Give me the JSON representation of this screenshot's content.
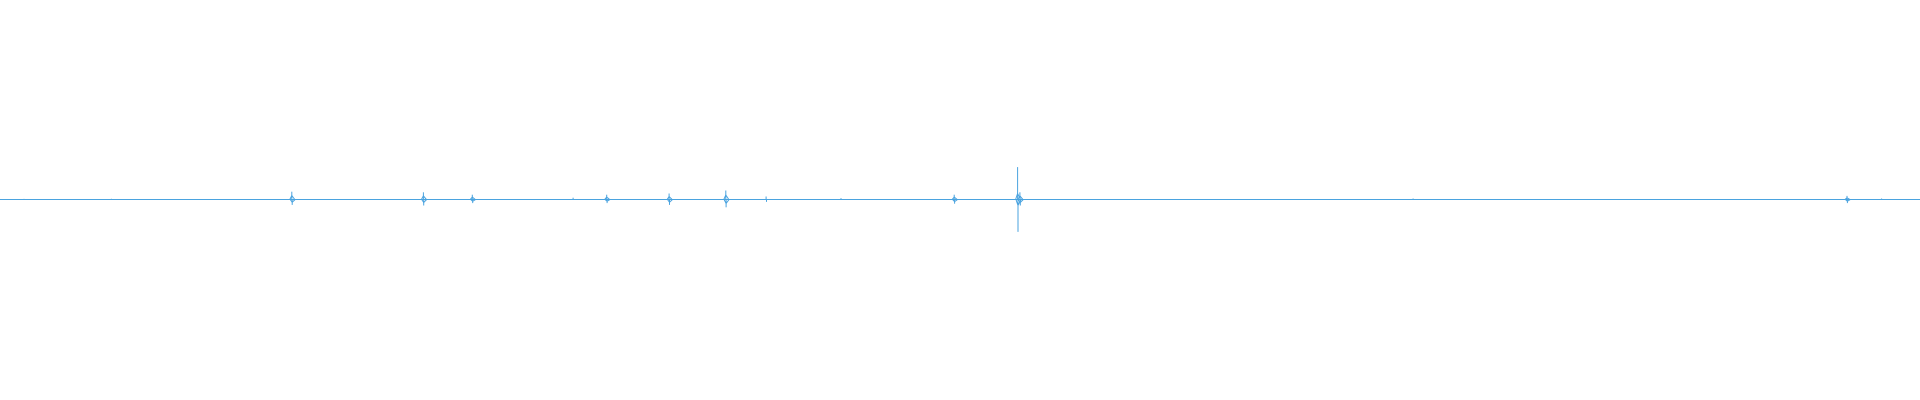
{
  "chart_data": {
    "type": "line",
    "title": "",
    "xlabel": "",
    "ylabel": "",
    "grid": false,
    "legend": "none",
    "xlim": [
      0,
      1
    ],
    "ylim": [
      -1,
      1
    ],
    "color": "#4aa3df",
    "series": [
      {
        "points": [
          {
            "x": 0.0,
            "y": 0.0
          },
          {
            "x": 0.0125,
            "y": 0.005
          },
          {
            "x": 0.058,
            "y": 0.006
          },
          {
            "x": 0.152,
            "y": 0.065
          },
          {
            "x": 0.1522,
            "y": -0.045
          },
          {
            "x": 0.2205,
            "y": 0.06
          },
          {
            "x": 0.2207,
            "y": -0.05
          },
          {
            "x": 0.246,
            "y": 0.04
          },
          {
            "x": 0.2462,
            "y": -0.03
          },
          {
            "x": 0.2985,
            "y": 0.015
          },
          {
            "x": 0.316,
            "y": 0.04
          },
          {
            "x": 0.3162,
            "y": -0.03
          },
          {
            "x": 0.3485,
            "y": 0.05
          },
          {
            "x": 0.3487,
            "y": -0.045
          },
          {
            "x": 0.378,
            "y": 0.075
          },
          {
            "x": 0.3782,
            "y": -0.065
          },
          {
            "x": 0.399,
            "y": 0.025
          },
          {
            "x": 0.3992,
            "y": -0.02
          },
          {
            "x": 0.438,
            "y": 0.012
          },
          {
            "x": 0.497,
            "y": 0.04
          },
          {
            "x": 0.4972,
            "y": -0.035
          },
          {
            "x": 0.53,
            "y": 0.27
          },
          {
            "x": 0.5302,
            "y": -0.27
          },
          {
            "x": 0.5312,
            "y": 0.06
          },
          {
            "x": 0.5314,
            "y": -0.05
          },
          {
            "x": 0.736,
            "y": 0.008
          },
          {
            "x": 0.962,
            "y": 0.03
          },
          {
            "x": 0.9622,
            "y": -0.03
          },
          {
            "x": 0.98,
            "y": 0.008
          },
          {
            "x": 1.0,
            "y": 0.0
          }
        ]
      }
    ]
  }
}
